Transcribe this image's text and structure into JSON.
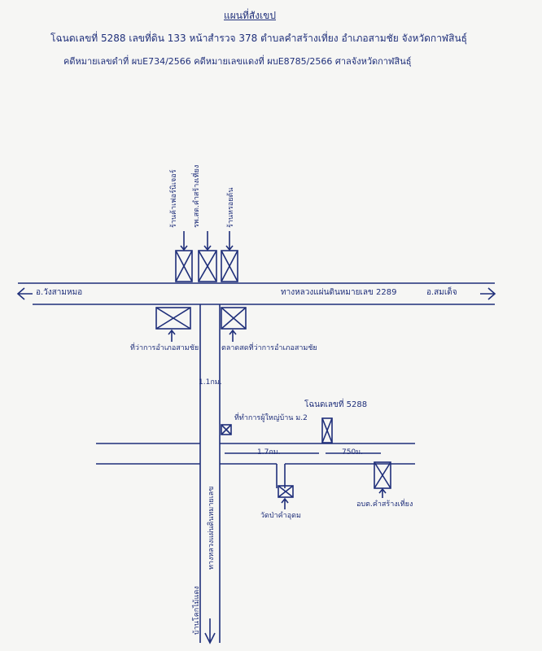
{
  "header": {
    "title": "แผนที่สังเขป",
    "line1": "โฉนดเลขที่ 5288  เลขที่ดิน 133  หน้าสำรวจ 378  ตำบลคำสร้างเที่ยง  อำเภอสามชัย  จังหวัดกาฬสินธุ์",
    "line2": "คดีหมายเลขดำที่ ผบE734/2566  คดีหมายเลขแดงที่ ผบE8785/2566  ศาลจังหวัดกาฬสินธุ์"
  },
  "map": {
    "main_road": "ทางหลวงแผ่นดินหมายเลข 2289",
    "left_dest": "อ.วังสามหมอ",
    "right_dest": "อ.สมเด็จ",
    "north_labels": [
      "ร้านค้าเฟอร์นิเจอร์",
      "รพ.สต.คำสร้างเที่ยง",
      "ร้านหรอยต้น"
    ],
    "district_office": "ที่ว่าการอำเภอสามชัย",
    "building_right": "ตลาดสดที่ว่าการอำเภอสามชัย",
    "dist_1": "1.1กม.",
    "temple_near": "ที่ทำการผู้ใหญ่บ้าน ม.2",
    "plot_label": "โฉนดเลขที่ 5288",
    "dist_2": "1.7กม.",
    "dist_3": "750ม.",
    "temple": "วัดป่าคำอุดม",
    "tao": "อบต.คำสร้างเที่ยง",
    "side_road": "ทางหลวงแผ่นดินหมายเลข",
    "bottom_dest": "บ้านโคกไม้แดง"
  }
}
